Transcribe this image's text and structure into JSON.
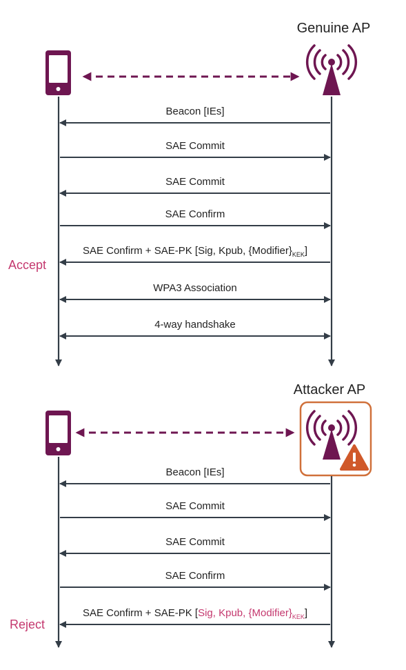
{
  "colors": {
    "device": "#6e1651",
    "arrow": "#333d47",
    "accent_text": "#c4386e",
    "attacker_border": "#d0703a",
    "warning": "#d0592a"
  },
  "icons": {
    "client": "smartphone-icon",
    "ap": "wireless-antenna-icon",
    "warning": "warning-triangle-icon"
  },
  "genuine": {
    "title": "Genuine AP",
    "status": "Accept",
    "messages": [
      {
        "label": "Beacon [IEs]",
        "dir": "left"
      },
      {
        "label": "SAE Commit",
        "dir": "right"
      },
      {
        "label": "SAE Commit",
        "dir": "left"
      },
      {
        "label": "SAE Confirm",
        "dir": "right"
      },
      {
        "label": "SAE Confirm + SAE-PK [Sig, Kpub, {Modifier}",
        "sub": "KEK",
        "suffix": "]",
        "dir": "left"
      },
      {
        "label": "WPA3 Association",
        "dir": "both"
      },
      {
        "label": "4-way handshake",
        "dir": "both"
      }
    ]
  },
  "attacker": {
    "title": "Attacker AP",
    "status": "Reject",
    "messages": [
      {
        "label": "Beacon [IEs]",
        "dir": "left"
      },
      {
        "label": "SAE Commit",
        "dir": "right"
      },
      {
        "label": "SAE Commit",
        "dir": "left"
      },
      {
        "label": "SAE Confirm",
        "dir": "right"
      },
      {
        "label": "SAE Confirm + SAE-PK [",
        "highlight": "Sig, Kpub, {Modifier}",
        "sub": "KEK",
        "suffix": "]",
        "dir": "left"
      }
    ]
  }
}
